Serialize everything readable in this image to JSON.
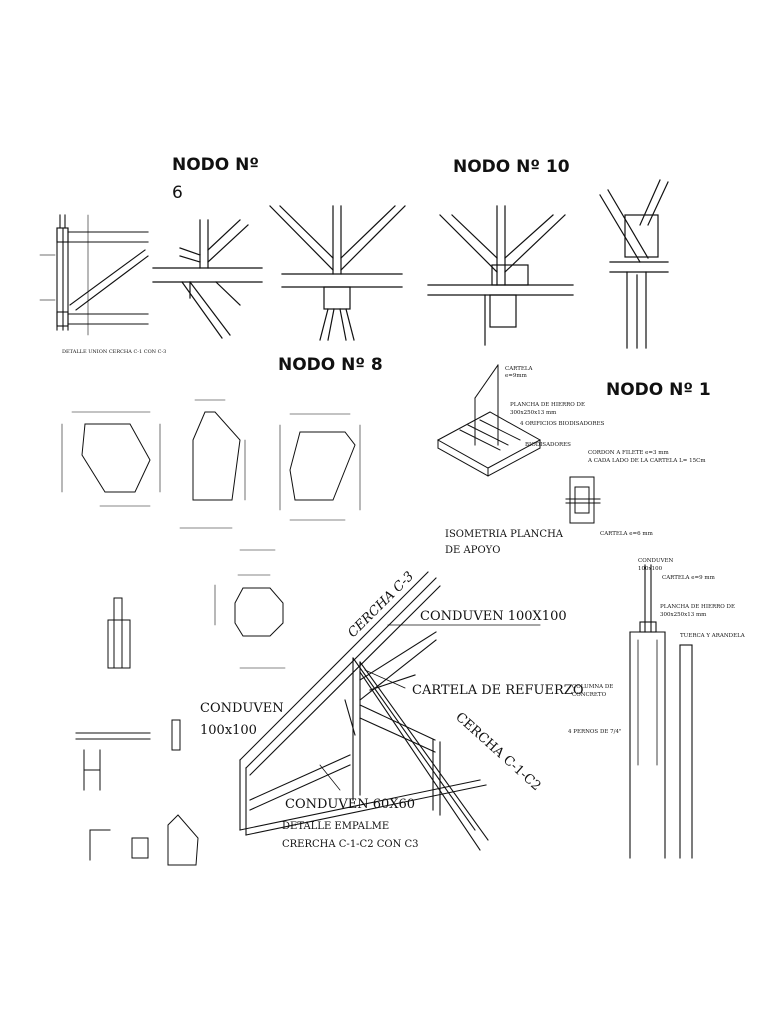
{
  "titles": {
    "nodo6_line1": "NODO Nº",
    "nodo6_line2": "6",
    "nodo10": "NODO Nº 10",
    "nodo8": "NODO Nº 8",
    "nodo1": "NODO Nº 1"
  },
  "labels": {
    "union_detail": "DETALLE UNION CERCHA C-1 CON C-3",
    "cartela_top_1": "CARTELA",
    "cartela_top_2": "e=9mm",
    "plancha_1": "PLANCHA DE HIERRO DE",
    "plancha_2": "300x250x13 mm",
    "orificios": "4 ORIFICIOS BIODISADORES",
    "biodisadores": "BIODISADORES",
    "isometria_1": "ISOMETRIA PLANCHA",
    "isometria_2": "DE APOYO",
    "cordon_1": "CORDON A FILETE e=3 mm",
    "cordon_2": "A CADA LADO DE LA CARTELA L= 15Cm",
    "cartela_bottom": "CARTELA e=6 mm",
    "conduven_100_1": "CONDUVEN",
    "conduven_100_2": "100x100",
    "cartela_right": "CARTELA e=9 mm",
    "plancha_right_1": "PLANCHA DE HIERRO DE",
    "plancha_right_2": "300x250x13 mm",
    "tuerca": "TUERCA Y ARANDELA",
    "columna_1": "COLUMNA DE",
    "columna_2": "CONCRETO",
    "pernos": "4 PERNOS DE 7/4\"",
    "cercha_c3": "CERCHA C-3",
    "conduven_big": "CONDUVEN 100X100",
    "cartela_refuerzo": "CARTELA DE REFUERZO",
    "cercha_c1c2": "CERCHA C-1-C2",
    "conduven_left_1": "CONDUVEN",
    "conduven_left_2": "100x100",
    "conduven_60": "CONDUVEN 60X60",
    "detalle_1": "DETALLE EMPALME",
    "detalle_2": "CRERCHA C-1-C2 CON C3"
  },
  "colors": {
    "ink": "#111111",
    "paper": "#ffffff"
  }
}
